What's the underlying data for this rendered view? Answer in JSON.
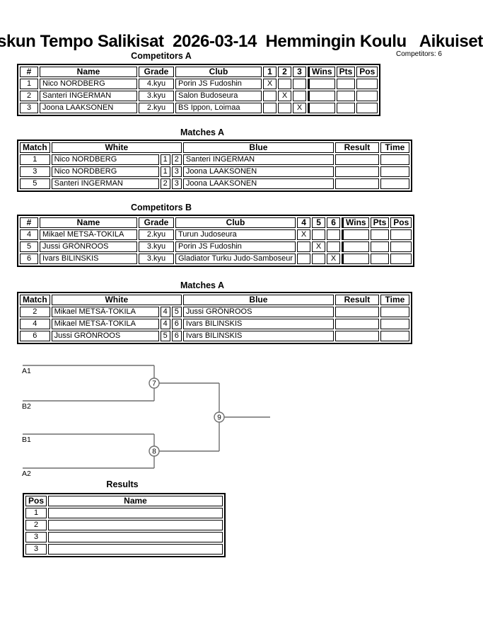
{
  "header": {
    "title": "skun Tempo Salikisat  2026-03-14  Hemmingin Koulu   Aikuiset",
    "competitors_total": "Competitors: 6"
  },
  "pool_a": {
    "heading": "Competitors A",
    "columns": {
      "num": "#",
      "name": "Name",
      "grade": "Grade",
      "club": "Club",
      "m1": "1",
      "m2": "2",
      "m3": "3",
      "wins": "Wins",
      "pts": "Pts",
      "pos": "Pos"
    },
    "rows": [
      {
        "num": "1",
        "name": "Nico NORDBERG",
        "grade": "4.kyu",
        "club": "Porin JS Fudoshin",
        "m1": "X",
        "m2": "",
        "m3": "",
        "wins": "",
        "pts": "",
        "pos": ""
      },
      {
        "num": "2",
        "name": "Santeri INGERMAN",
        "grade": "3.kyu",
        "club": "Salon Budoseura",
        "m1": "",
        "m2": "X",
        "m3": "",
        "wins": "",
        "pts": "",
        "pos": ""
      },
      {
        "num": "3",
        "name": "Joona LAAKSONEN",
        "grade": "2.kyu",
        "club": "BS Ippon, Loimaa",
        "m1": "",
        "m2": "",
        "m3": "X",
        "wins": "",
        "pts": "",
        "pos": ""
      }
    ]
  },
  "matches_a": {
    "heading": "Matches A",
    "columns": {
      "match": "Match",
      "white": "White",
      "blue": "Blue",
      "result": "Result",
      "time": "Time"
    },
    "rows": [
      {
        "match": "1",
        "white": "Nico NORDBERG",
        "white_num": "1",
        "blue_num": "2",
        "blue": "Santeri INGERMAN",
        "result": "",
        "time": ""
      },
      {
        "match": "3",
        "white": "Nico NORDBERG",
        "white_num": "1",
        "blue_num": "3",
        "blue": "Joona LAAKSONEN",
        "result": "",
        "time": ""
      },
      {
        "match": "5",
        "white": "Santeri INGERMAN",
        "white_num": "2",
        "blue_num": "3",
        "blue": "Joona LAAKSONEN",
        "result": "",
        "time": ""
      }
    ]
  },
  "pool_b": {
    "heading": "Competitors B",
    "columns": {
      "num": "#",
      "name": "Name",
      "grade": "Grade",
      "club": "Club",
      "m1": "4",
      "m2": "5",
      "m3": "6",
      "wins": "Wins",
      "pts": "Pts",
      "pos": "Pos"
    },
    "rows": [
      {
        "num": "4",
        "name": "Mikael METSÄ-TOKILA",
        "grade": "2.kyu",
        "club": "Turun Judoseura",
        "m1": "X",
        "m2": "",
        "m3": "",
        "wins": "",
        "pts": "",
        "pos": ""
      },
      {
        "num": "5",
        "name": "Jussi GRÖNROOS",
        "grade": "3.kyu",
        "club": "Porin JS Fudoshin",
        "m1": "",
        "m2": "X",
        "m3": "",
        "wins": "",
        "pts": "",
        "pos": ""
      },
      {
        "num": "6",
        "name": "Ivars BILINSKIS",
        "grade": "3.kyu",
        "club": "Gladiator Turku Judo-Samboseur",
        "m1": "",
        "m2": "",
        "m3": "X",
        "wins": "",
        "pts": "",
        "pos": ""
      }
    ]
  },
  "matches_b": {
    "heading": "Matches A",
    "columns": {
      "match": "Match",
      "white": "White",
      "blue": "Blue",
      "result": "Result",
      "time": "Time"
    },
    "rows": [
      {
        "match": "2",
        "white": "Mikael METSÄ-TOKILA",
        "white_num": "4",
        "blue_num": "5",
        "blue": "Jussi GRÖNROOS",
        "result": "",
        "time": ""
      },
      {
        "match": "4",
        "white": "Mikael METSÄ-TOKILA",
        "white_num": "4",
        "blue_num": "6",
        "blue": "Ivars BILINSKIS",
        "result": "",
        "time": ""
      },
      {
        "match": "6",
        "white": "Jussi GRÖNROOS",
        "white_num": "5",
        "blue_num": "6",
        "blue": "Ivars BILINSKIS",
        "result": "",
        "time": ""
      }
    ]
  },
  "bracket": {
    "slot_labels": {
      "semi1_top": "A1",
      "semi1_bottom": "B2",
      "semi2_top": "B1",
      "semi2_bottom": "A2"
    },
    "match_numbers": {
      "semi1": "7",
      "semi2": "8",
      "final": "9"
    },
    "line_color": "#6e6e6e"
  },
  "results": {
    "heading": "Results",
    "columns": {
      "pos": "Pos",
      "name": "Name"
    },
    "rows": [
      {
        "pos": "1",
        "name": ""
      },
      {
        "pos": "2",
        "name": ""
      },
      {
        "pos": "3",
        "name": ""
      },
      {
        "pos": "3",
        "name": ""
      }
    ]
  }
}
